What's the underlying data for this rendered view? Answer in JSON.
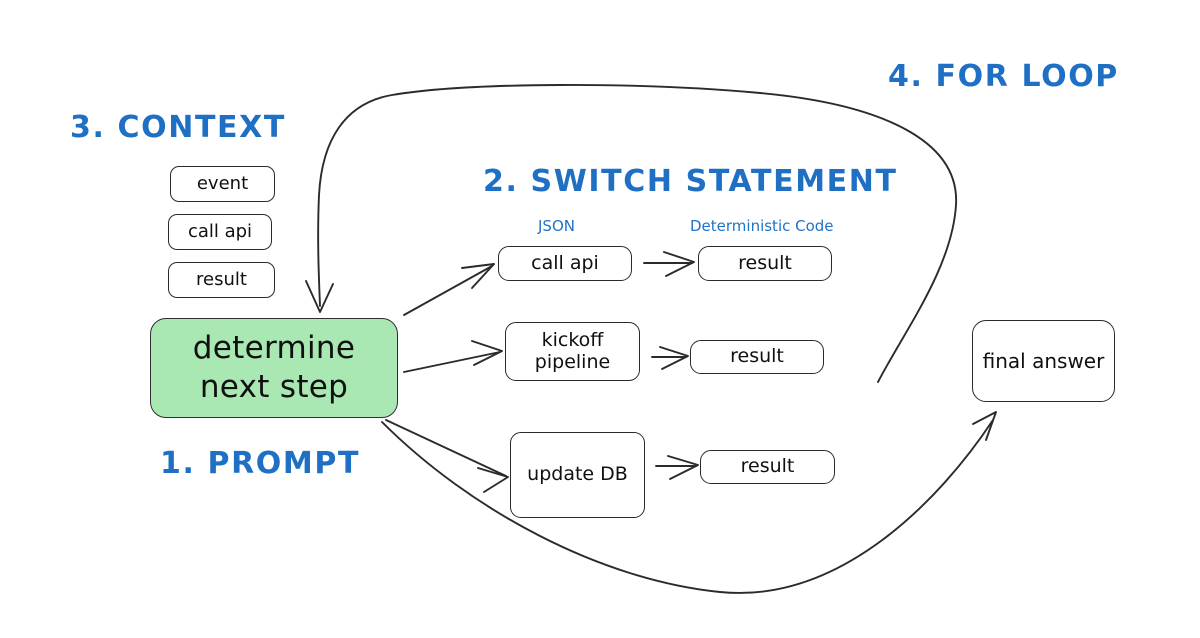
{
  "diagram": {
    "title_colors": {
      "heading_blue": "#1f6fc4",
      "prompt_green": "#a9e8b2",
      "stroke": "#2b2b2b"
    },
    "headings": [
      {
        "id": "prompt",
        "label": "1. PROMPT"
      },
      {
        "id": "switch",
        "label": "2. SWITCH STATEMENT"
      },
      {
        "id": "context",
        "label": "3. CONTEXT"
      },
      {
        "id": "forloop",
        "label": "4. FOR LOOP"
      }
    ],
    "column_labels": [
      {
        "id": "json",
        "label": "JSON"
      },
      {
        "id": "deterministic",
        "label": "Deterministic Code"
      }
    ],
    "context_items": [
      {
        "id": "event",
        "label": "event"
      },
      {
        "id": "callapi",
        "label": "call api"
      },
      {
        "id": "result",
        "label": "result"
      }
    ],
    "prompt_node": {
      "line1": "determine",
      "line2": "next step"
    },
    "branches": [
      {
        "id": "call-api",
        "action_line1": "call api",
        "action_line2": "",
        "result": "result"
      },
      {
        "id": "kickoff-pipeline",
        "action_line1": "kickoff",
        "action_line2": "pipeline",
        "result": "result"
      },
      {
        "id": "update-db",
        "action_line1": "update DB",
        "action_line2": "",
        "result": "result"
      }
    ],
    "final_node": {
      "label": "final answer"
    }
  }
}
